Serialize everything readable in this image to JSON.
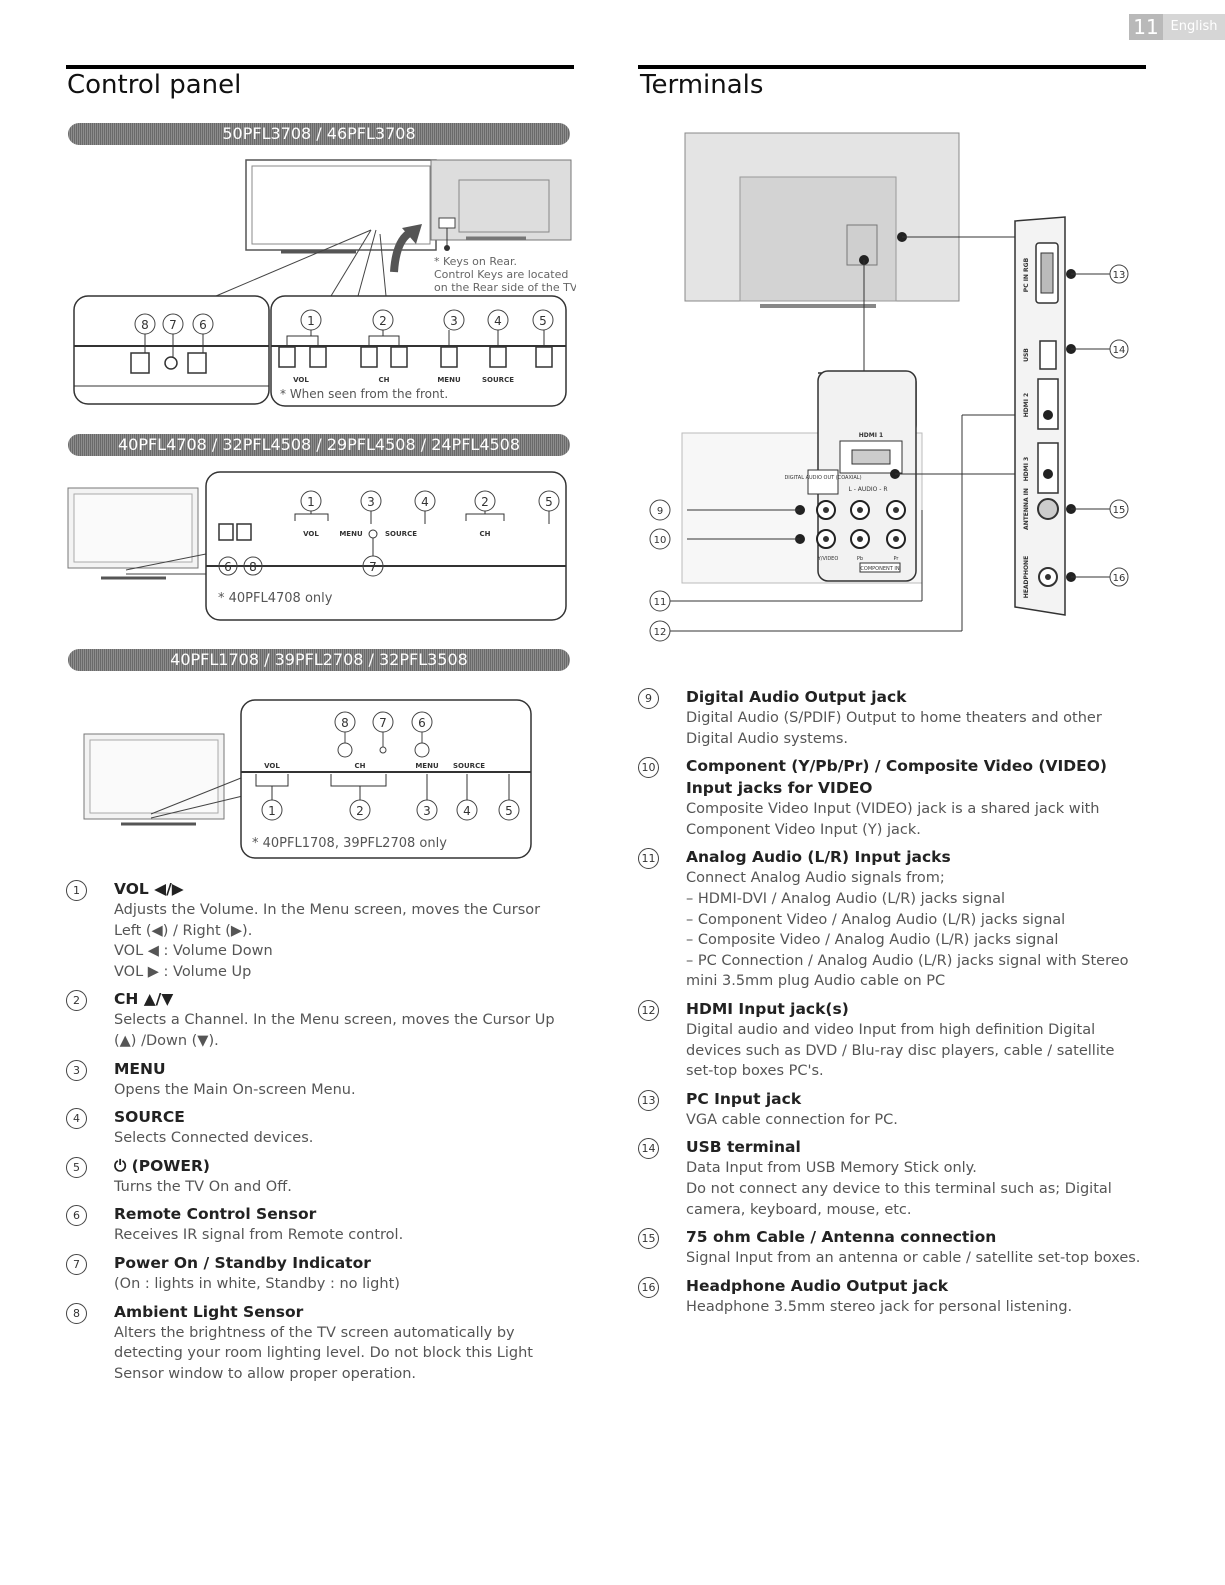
{
  "page": {
    "number": "11",
    "language": "English"
  },
  "left": {
    "title": "Control panel",
    "models": [
      "50PFL3708 / 46PFL3708",
      "40PFL4708 / 32PFL4508 / 29PFL4508 / 24PFL4508",
      "40PFL1708 / 39PFL2708 / 32PFL3508"
    ],
    "diag1": {
      "keys_note": [
        "* Keys on Rear.",
        "Control Keys are located",
        "on the Rear side of the TV"
      ],
      "front_note": "* When seen from the front.",
      "labels": [
        "VOL",
        "CH",
        "MENU",
        "SOURCE"
      ]
    },
    "diag2": {
      "note": "* 40PFL4708 only",
      "labels": [
        "VOL",
        "MENU",
        "SOURCE",
        "CH"
      ]
    },
    "diag3": {
      "note": "* 40PFL1708, 39PFL2708 only",
      "labels": [
        "VOL",
        "CH",
        "MENU",
        "SOURCE"
      ]
    },
    "items": [
      {
        "num": "1",
        "head": "VOL ◀/▶",
        "body": [
          "Adjusts the Volume. In the Menu screen, moves the Cursor Left (◀) / Right (▶).",
          "VOL ◀ : Volume Down",
          "VOL ▶ : Volume Up"
        ]
      },
      {
        "num": "2",
        "head": "CH ▲/▼",
        "body": [
          "Selects a Channel. In the Menu screen, moves the Cursor Up (▲) /Down (▼)."
        ]
      },
      {
        "num": "3",
        "head": "MENU",
        "body": [
          "Opens the Main On-screen Menu."
        ]
      },
      {
        "num": "4",
        "head": "SOURCE",
        "body": [
          "Selects Connected devices."
        ]
      },
      {
        "num": "5",
        "head": "⏻ (POWER)",
        "body": [
          "Turns the TV On and Off."
        ]
      },
      {
        "num": "6",
        "head": "Remote Control Sensor",
        "body": [
          "Receives IR signal from Remote control."
        ]
      },
      {
        "num": "7",
        "head": "Power On / Standby Indicator",
        "body": [
          "(On : lights in white, Standby : no light)"
        ]
      },
      {
        "num": "8",
        "head": "Ambient Light Sensor",
        "body": [
          "Alters the brightness of the TV screen automatically by detecting your room lighting level. Do not block this Light Sensor window to allow proper operation."
        ]
      }
    ]
  },
  "right": {
    "title": "Terminals",
    "jack_labels": [
      "HDMI 1",
      "DIGITAL AUDIO OUT (COAXIAL)",
      "L - AUDIO - R",
      "Y/VIDEO",
      "Pb",
      "Pr",
      "COMPONENT IN",
      "PC IN RGB",
      "USB",
      "HDMI 2",
      "HDMI 3",
      "ANTENNA IN",
      "HEADPHONE"
    ],
    "items": [
      {
        "num": "9",
        "head": "Digital Audio Output jack",
        "body": [
          "Digital Audio (S/PDIF) Output to home theaters and other Digital Audio systems."
        ]
      },
      {
        "num": "10",
        "head": "Component (Y/Pb/Pr) / Composite Video (VIDEO) Input jacks for VIDEO",
        "body": [
          "Composite Video Input (VIDEO) jack is a shared jack with Component Video Input (Y) jack."
        ]
      },
      {
        "num": "11",
        "head": "Analog Audio (L/R) Input jacks",
        "body": [
          "Connect Analog Audio signals from;",
          "– HDMI-DVI / Analog Audio (L/R) jacks signal",
          "– Component Video / Analog Audio (L/R) jacks signal",
          "– Composite Video / Analog Audio (L/R) jacks signal",
          "– PC Connection / Analog Audio (L/R) jacks signal with Stereo mini 3.5mm plug Audio cable on PC"
        ]
      },
      {
        "num": "12",
        "head": "HDMI Input jack(s)",
        "body": [
          "Digital audio and video Input from high definition Digital devices such as DVD / Blu-ray disc players, cable / satellite set-top boxes PC's."
        ]
      },
      {
        "num": "13",
        "head": "PC Input jack",
        "body": [
          "VGA cable connection for PC."
        ]
      },
      {
        "num": "14",
        "head": "USB terminal",
        "body": [
          "Data Input from USB Memory Stick only.",
          "Do not connect any device to this terminal such as; Digital camera, keyboard, mouse, etc."
        ]
      },
      {
        "num": "15",
        "head": "75 ohm Cable / Antenna connection",
        "body": [
          "Signal Input from an antenna or cable / satellite set-top boxes."
        ]
      },
      {
        "num": "16",
        "head": "Headphone Audio Output jack",
        "body": [
          "Headphone 3.5mm stereo jack for personal listening."
        ]
      }
    ]
  }
}
